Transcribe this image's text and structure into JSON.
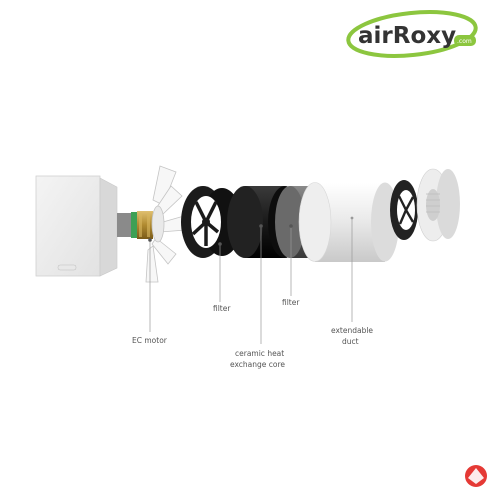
{
  "logo": {
    "text": "airRoxy",
    "domain": ".com"
  },
  "components": [
    {
      "id": "ec-motor",
      "label": "EC motor"
    },
    {
      "id": "filter-1",
      "label": "filter"
    },
    {
      "id": "ceramic-core",
      "label_line1": "ceramic heat",
      "label_line2": "exchange core"
    },
    {
      "id": "filter-2",
      "label": "filter"
    },
    {
      "id": "extendable-duct",
      "label_line1": "extendable",
      "label_line2": "duct"
    }
  ],
  "colors": {
    "logo_green": "#8cc63f",
    "logo_text": "#333333",
    "corner_badge": "#e53935",
    "leader_line": "#999999",
    "label_text": "#555555"
  }
}
